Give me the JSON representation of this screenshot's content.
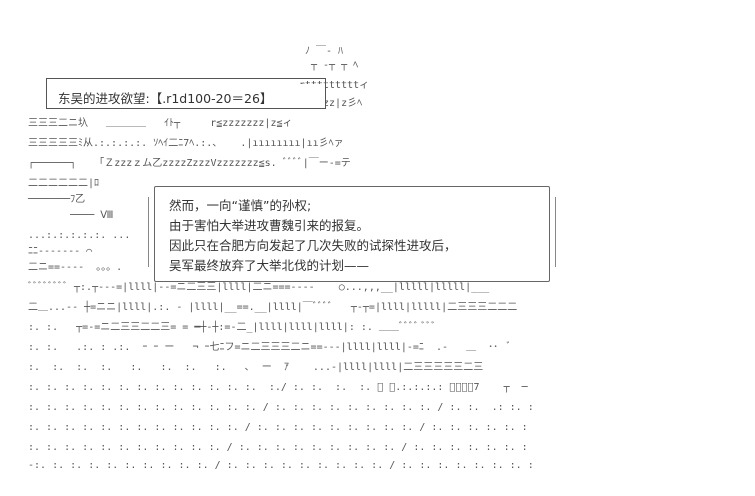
{
  "title": "东吴的进攻欲望:【.r1d100-20＝26】",
  "speech": [
    "然而，一向“谨慎”的孙权;",
    "由于害怕大举进攻曹魏引来的报复。",
    "因此只在合肥方向发起了几次失败的试探性进攻后，",
    "吴军最终放弃了大举北伐的计划——"
  ],
  "art_lines": [
    "                                              ﾉ ￣‐ ﾊ",
    "                                               ┬ ‐┬ ┬ ﾍ",
    "                                             rtttttttttィ",
    "                                               zzzz|z彡ﾍ",
    "三三三二ニ圦   ＿＿＿＿   ｲﾄ┬     r≦zzzzzzz|z≦ィ",
    "三三三三三ﾐ从.:.:.:.:. ｿﾍｲ二ﾆ7ﾍ.:.、   .|ıııııııı|ıı彡ﾍァ",
    "┌──────┐   「Ｚzzzｚム乙zzzzZzzzVzzzzzzz≦s. ﾞﾞﾞﾞ|￣ー-=テ",
    "二二二二二二|ﾛ",
    "───────ﾌ乙",
    "       ──── Ⅷ",
    "...:.:.:.:.:. ...",
    "ﾆﾆ-‐‐‐‐‐‐ ⌒",
    "二ニ==----  。。。.",
    "ﾞﾞﾞﾞﾞﾞﾞﾞ ┬:.┬‐‐-=|llll|--=ニ二三三|llll|二ニ===----    ○...,,,__|lllll|lllll|___",
    "二＿...‐‐ ┼=ニニ|llll|.:. - |llll|__==.__|llll|￣ﾞﾞﾞﾞ   ┬‐┬=|llll|lllll|二三三三二二二",
    ":. :.   ┬=-=ニ二三三二二三= = ━┼‐┼:=‐二_|llll|llll|llll|: :. ＿＿ﾞﾞﾞﾞ ﾞﾞﾞ",
    ":. :.   .:. : .:.  ｰ ｰ ー   ¬ ｰ七ﾆフ=ニ二三三三二ニ==‐‐‐|llll|llll|‐=ﾆ  .-   ＿  ･･  ﾞ",
    ":.  :.  :.  :.   :.   :.  :.   :.   ､  ー  ｱ    ...‐|llll|llll|二三三三三三二三",
    ":. :. :. :. :. :. :. :. :. :. :. :. :.  :./ :. :.  :.  :. ﾞ ｰ.:.:.:.: ／ﾞﾞﾞ7    ┬  ─",
    ":. :. :. :. :. :. :. :. :. :. :. :. :. / :. :. :. :. :. :. :. :. :. / :. :.  .: :. :",
    ":. :. :. :. :. :. :. :. :. :. :. :. / :. :. :. :. :. :. :. :. :. / :. :. :. :. :. :",
    ":. :. :. :. :. :. :. :. :. :. :. / :. :. :. :. :. :. :. :. :. / :. :. :. :. :. :. :",
    "-:. :. :. :. :. :. :. :. :. :. / :. :. :. :. :. :. :. :. :. / :. :. :. :. :. :. :. :"
  ]
}
